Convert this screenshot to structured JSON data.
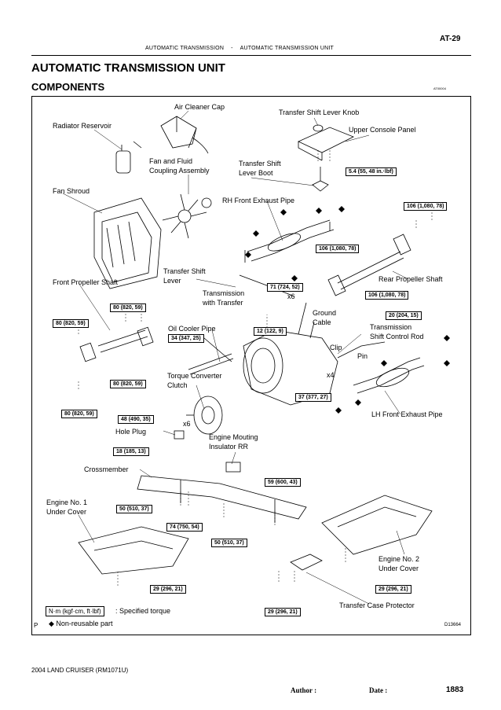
{
  "header": {
    "page_code": "AT-29",
    "section": "AUTOMATIC TRANSMISSION",
    "separator": "-",
    "subsection": "AUTOMATIC TRANSMISSION UNIT"
  },
  "title": "AUTOMATIC TRANSMISSION UNIT",
  "subtitle": "COMPONENTS",
  "figure_code": "AT00004",
  "labels": {
    "air_cleaner_cap": "Air Cleaner Cap",
    "transfer_shift_lever_knob": "Transfer Shift Lever Knob",
    "radiator_reservoir": "Radiator Reservoir",
    "upper_console_panel": "Upper Console Panel",
    "fan_coupling_1": "Fan and Fluid",
    "fan_coupling_2": "Coupling Assembly",
    "transfer_boot_1": "Transfer Shift",
    "transfer_boot_2": "Lever Boot",
    "fan_shroud": "Fan Shroud",
    "rh_exhaust": "RH Front Exhaust Pipe",
    "transfer_lever_1": "Transfer Shift",
    "transfer_lever_2": "Lever",
    "transmission_1": "Transmission",
    "transmission_2": "with Transfer",
    "front_prop": "Front Propeller Shaft",
    "rear_prop": "Rear Propeller Shaft",
    "x6_a": "x6",
    "ground_1": "Ground",
    "ground_2": "Cable",
    "oil_cooler": "Oil Cooler Pipe",
    "shift_rod_1": "Transmission",
    "shift_rod_2": "Shift Control Rod",
    "clip": "Clip",
    "pin": "Pin",
    "torque_conv_1": "Torque Converter",
    "torque_conv_2": "Clutch",
    "x4": "x4",
    "x6_b": "x6",
    "lh_exhaust": "LH Front Exhaust Pipe",
    "hole_plug": "Hole Plug",
    "insulator_1": "Engine Mouting",
    "insulator_2": "Insulator RR",
    "crossmember": "Crossmember",
    "under1_1": "Engine No. 1",
    "under1_2": "Under Cover",
    "under2_1": "Engine No. 2",
    "under2_2": "Under Cover",
    "transfer_protector": "Transfer Case Protector"
  },
  "torques": {
    "t_5_4": "5.4 (55, 48 in.·lbf)",
    "t_106_a": "106 (1,080, 78)",
    "t_106_b": "106 (1,080, 78)",
    "t_106_c": "106 (1,080, 78)",
    "t_71": "71 (724, 52)",
    "t_80_a": "80 (820, 59)",
    "t_80_b": "80 (820, 59)",
    "t_80_c": "80 (820, 59)",
    "t_80_d": "80 (820, 59)",
    "t_12": "12 (122, 9)",
    "t_20": "20 (204, 15)",
    "t_34": "34 (347, 25)",
    "t_37": "37 (377, 27)",
    "t_48": "48 (490, 35)",
    "t_18": "18 (185, 13)",
    "t_59": "59 (600, 43)",
    "t_50_a": "50 (510, 37)",
    "t_74": "74 (750, 54)",
    "t_50_b": "50 (510, 37)",
    "t_29_a": "29 (296, 21)",
    "t_29_b": "29 (296, 21)",
    "t_29_c": "29 (296, 21)"
  },
  "legend": {
    "unit_box": "N·m (kgf·cm, ft·lbf)",
    "unit_text": ": Specified torque",
    "nonreusable": "◆ Non-reusable part"
  },
  "p_mark": "P",
  "drawing_code": "D13664",
  "footer": {
    "model": "2004 LAND CRUISER   (RM1071U)",
    "author": "Author :",
    "date": "Date :",
    "page": "1883"
  }
}
